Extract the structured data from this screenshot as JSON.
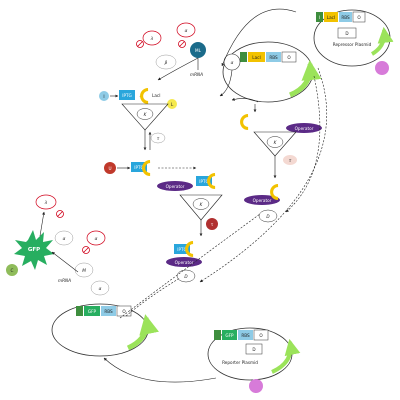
{
  "species": {
    "lacI": "LacI",
    "iptg": "IPTG",
    "rbs": "RBS",
    "ol": "O",
    "operator": "Operator",
    "gfp": "GFP",
    "i": "I",
    "u": "U",
    "c": "C",
    "m": "M",
    "l": "L",
    "ml": "ML"
  },
  "labels": {
    "repressor_plasmid": "Repressor Plasmid",
    "reporter_plasmid": "Reporter Plasmid",
    "mrna_lac": "mRNA",
    "mrna_gfp": "mRNA"
  },
  "colors": {
    "lacI": "#f2c200",
    "iptg": "#29a6dc",
    "operator": "#5b2a86",
    "gfp": "#27ae60",
    "rbs": "#8ecbe6",
    "promoter": "#3e8e3e",
    "arrow_green": "#9be35a",
    "degrade": "#d0021b",
    "ml_node": "#1b6b8a",
    "u_node": "#c0392b",
    "c_node": "#8fbc5a",
    "plasmid_pink": "#d77bd9"
  }
}
